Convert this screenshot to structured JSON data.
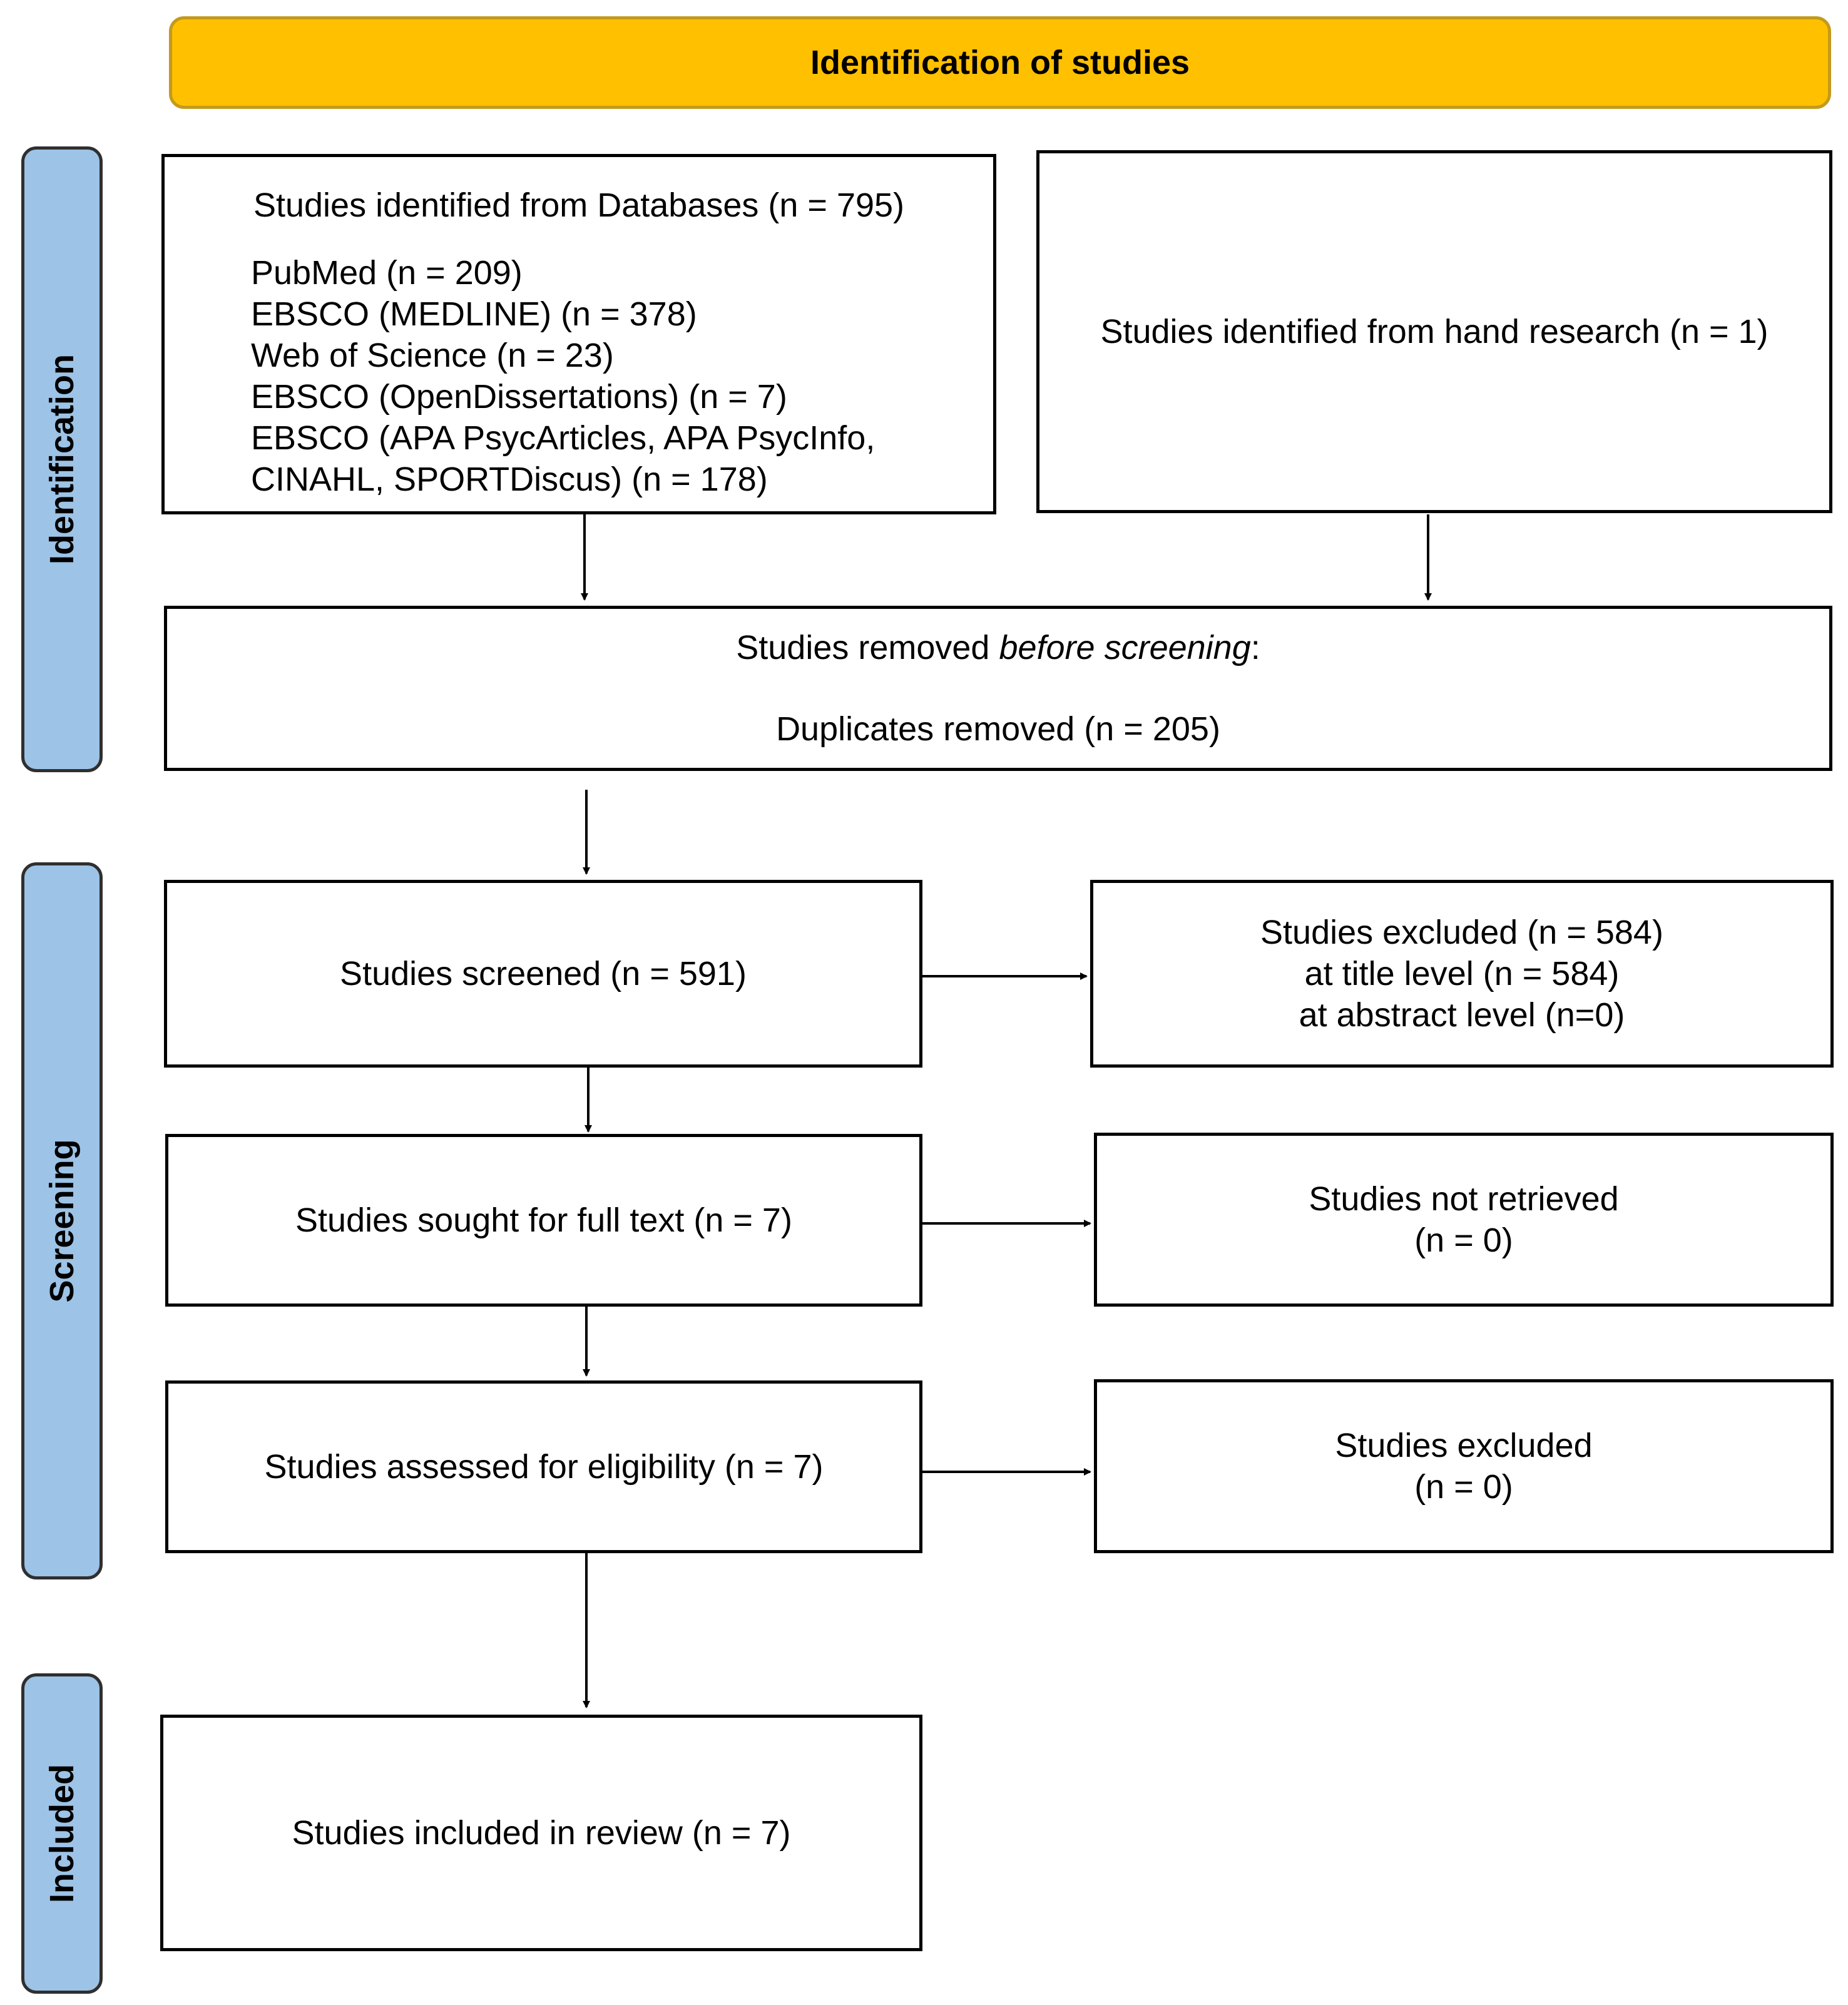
{
  "header": {
    "title": "Identification of studies"
  },
  "phases": {
    "identification": "Identification",
    "screening": "Screening",
    "included": "Included"
  },
  "identification": {
    "databases": {
      "title": "Studies identified from Databases (n = 795)",
      "sources": [
        "PubMed (n = 209)",
        "EBSCO (MEDLINE) (n = 378)",
        "Web of Science (n = 23)",
        "EBSCO (OpenDissertations)  (n = 7)",
        "EBSCO (APA PsycArticles, APA PsycInfo,",
        "CINAHL, SPORTDiscus) (n = 178)"
      ]
    },
    "hand_research": "Studies identified from hand research (n = 1)",
    "removed": {
      "prefix": "Studies removed ",
      "emphasis": "before screening",
      "suffix": ":",
      "duplicates": "Duplicates removed (n = 205)"
    }
  },
  "screening": {
    "screened": "Studies screened (n = 591)",
    "excluded": {
      "title": "Studies excluded (n = 584)",
      "title_level": "at title level (n = 584)",
      "abstract_level": "at abstract level (n=0)"
    },
    "sought": "Studies sought for full text (n = 7)",
    "not_retrieved": {
      "line1": "Studies not retrieved",
      "line2": "(n = 0)"
    },
    "assessed": "Studies assessed  for eligibility (n = 7)",
    "eligibility_excluded": {
      "line1": "Studies excluded",
      "line2": "(n = 0)"
    }
  },
  "included": {
    "review": "Studies included in review (n = 7)"
  }
}
